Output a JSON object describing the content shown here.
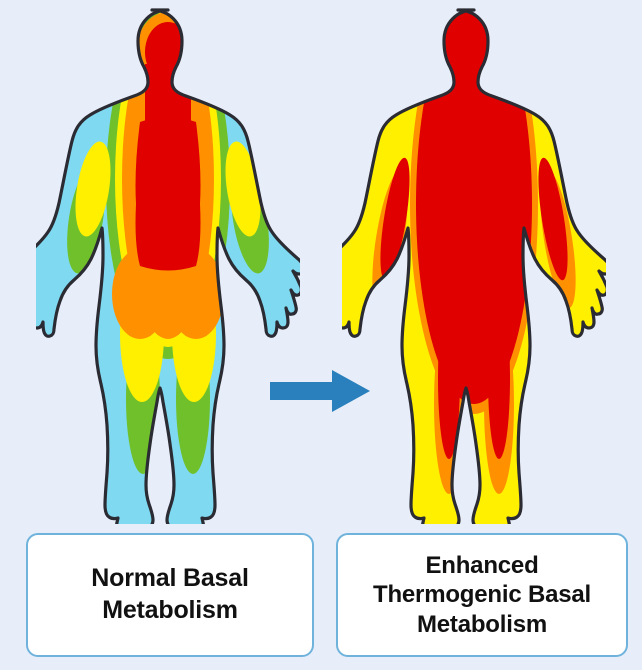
{
  "background_color": "#e8eef9",
  "figures": [
    {
      "id": "normal",
      "alt_name": "normal-basal-metabolism-thermal-body",
      "heat_level": "low",
      "zones": [
        {
          "region": "core-torso",
          "color": "#e00000",
          "label": "red"
        },
        {
          "region": "shoulders-abdomen-pelvis",
          "color": "#ff9100",
          "label": "orange"
        },
        {
          "region": "upper-arms-thighs",
          "color": "#fff000",
          "label": "yellow"
        },
        {
          "region": "forearms-calves",
          "color": "#6fc02b",
          "label": "green"
        },
        {
          "region": "hands-feet-outline",
          "color": "#7fd9f0",
          "label": "cyan"
        }
      ]
    },
    {
      "id": "enhanced",
      "alt_name": "enhanced-thermogenic-basal-metabolism-thermal-body",
      "heat_level": "high",
      "zones": [
        {
          "region": "whole-body-core",
          "color": "#e00000",
          "label": "red"
        },
        {
          "region": "wrists-shins",
          "color": "#ff9100",
          "label": "orange"
        },
        {
          "region": "hands-feet-outline",
          "color": "#fff000",
          "label": "yellow"
        }
      ]
    }
  ],
  "arrow": {
    "name": "right-arrow",
    "color": "#2a80bd",
    "direction": "right"
  },
  "labels": {
    "normal": "Normal Basal\nMetabolism",
    "enhanced": "Enhanced\nThermogenic Basal\nMetabolism"
  },
  "colors": {
    "red": "#e00000",
    "orange": "#ff9100",
    "yellow": "#fff000",
    "green": "#6fc02b",
    "cyan": "#7fd9f0",
    "outline": "#2b2b33",
    "card_border": "#6fb3dc",
    "card_fill": "#ffffff",
    "arrow_blue": "#2a80bd"
  }
}
